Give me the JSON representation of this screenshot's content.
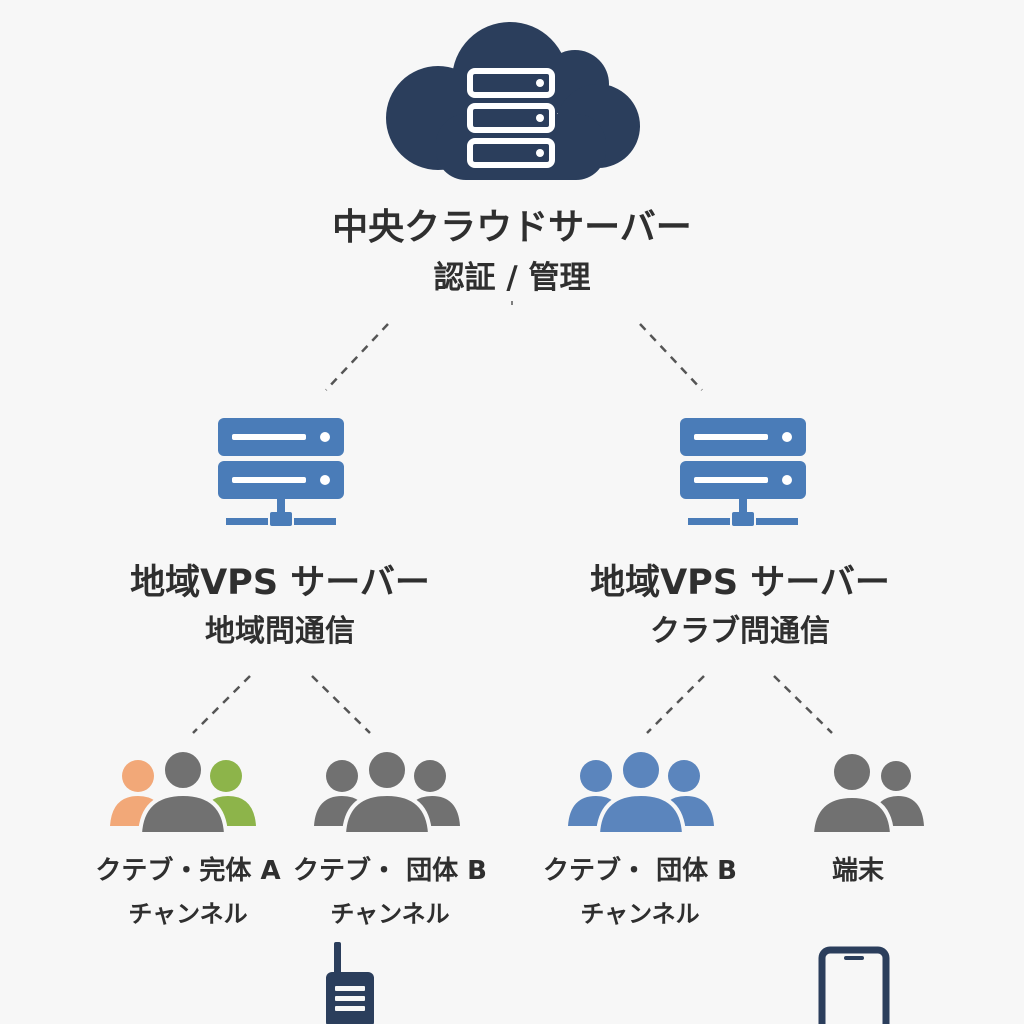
{
  "central": {
    "title": "中央クラウドサーバー",
    "subtitle": "認証 / 管理",
    "icon": "cloud-server-icon",
    "color": "#2b3e5c"
  },
  "regional_servers": [
    {
      "title": "地域VPS サーバー",
      "subtitle": "地域問通信",
      "icon": "server-icon"
    },
    {
      "title": "地域VPS サーバー",
      "subtitle": "クラブ問通信",
      "icon": "server-icon"
    }
  ],
  "server_color": "#4a7cb8",
  "groups": [
    {
      "line1": "クテブ・完体 A",
      "line2": "チャンネル",
      "icon": "group-icon",
      "colors": [
        "#f2a878",
        "#717171",
        "#8db44a"
      ]
    },
    {
      "line1": "クテブ・ 団体 B",
      "line2": "チャンネル",
      "icon": "group-icon",
      "colors": [
        "#717171",
        "#717171",
        "#717171"
      ]
    },
    {
      "line1": "クテブ・ 団体 B",
      "line2": "チャンネル",
      "icon": "group-icon",
      "colors": [
        "#5b85bd",
        "#5b85bd",
        "#5b85bd"
      ]
    },
    {
      "line1": "端末",
      "line2": "",
      "icon": "pair-icon",
      "colors": [
        "#717171",
        "#717171"
      ]
    }
  ],
  "devices": [
    {
      "icon": "walkie-talkie-icon"
    },
    {
      "icon": "smartphone-icon"
    }
  ]
}
